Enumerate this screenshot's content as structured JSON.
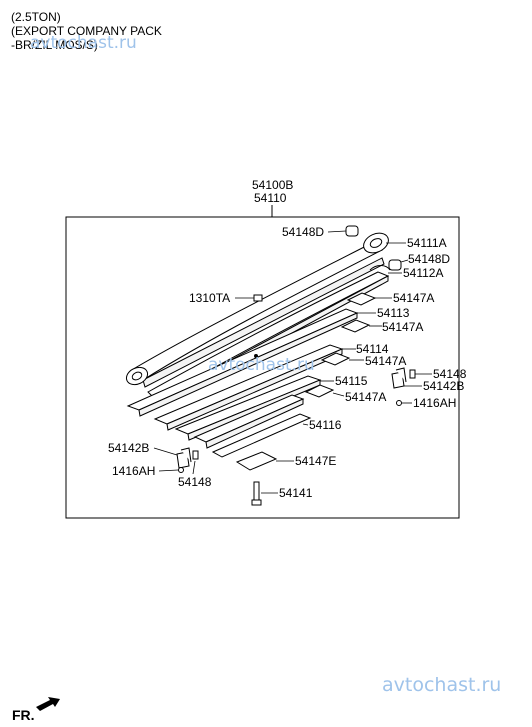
{
  "header": {
    "line1": "(2.5TON)",
    "line2": "(EXPORT COMPANY PACK",
    "line3": "-BR/ZIL MOS/S)"
  },
  "assembly": {
    "part_a": "54100B",
    "part_b": "54110"
  },
  "callouts": [
    {
      "id": "54148D-top",
      "label": "54148D"
    },
    {
      "id": "54111A",
      "label": "54111A"
    },
    {
      "id": "54148D-right",
      "label": "54148D"
    },
    {
      "id": "54112A",
      "label": "54112A"
    },
    {
      "id": "1310TA",
      "label": "1310TA"
    },
    {
      "id": "54147A-1",
      "label": "54147A"
    },
    {
      "id": "54113",
      "label": "54113"
    },
    {
      "id": "54147A-2",
      "label": "54147A"
    },
    {
      "id": "54114",
      "label": "54114"
    },
    {
      "id": "54147A-3",
      "label": "54147A"
    },
    {
      "id": "54148-right",
      "label": "54148"
    },
    {
      "id": "54142B-right",
      "label": "54142B"
    },
    {
      "id": "54115",
      "label": "54115"
    },
    {
      "id": "54147A-4",
      "label": "54147A"
    },
    {
      "id": "1416AH-right",
      "label": "1416AH"
    },
    {
      "id": "54116",
      "label": "54116"
    },
    {
      "id": "54142B-left",
      "label": "54142B"
    },
    {
      "id": "54147E",
      "label": "54147E"
    },
    {
      "id": "1416AH-left",
      "label": "1416AH"
    },
    {
      "id": "54148-left",
      "label": "54148"
    },
    {
      "id": "54141",
      "label": "54141"
    }
  ],
  "watermarks": [
    "avtochast.ru",
    "avtochast.ru",
    "avtochast.ru"
  ],
  "footer": {
    "direction": "FR."
  },
  "colors": {
    "watermark": "#9fc3ea",
    "line": "#000000"
  }
}
